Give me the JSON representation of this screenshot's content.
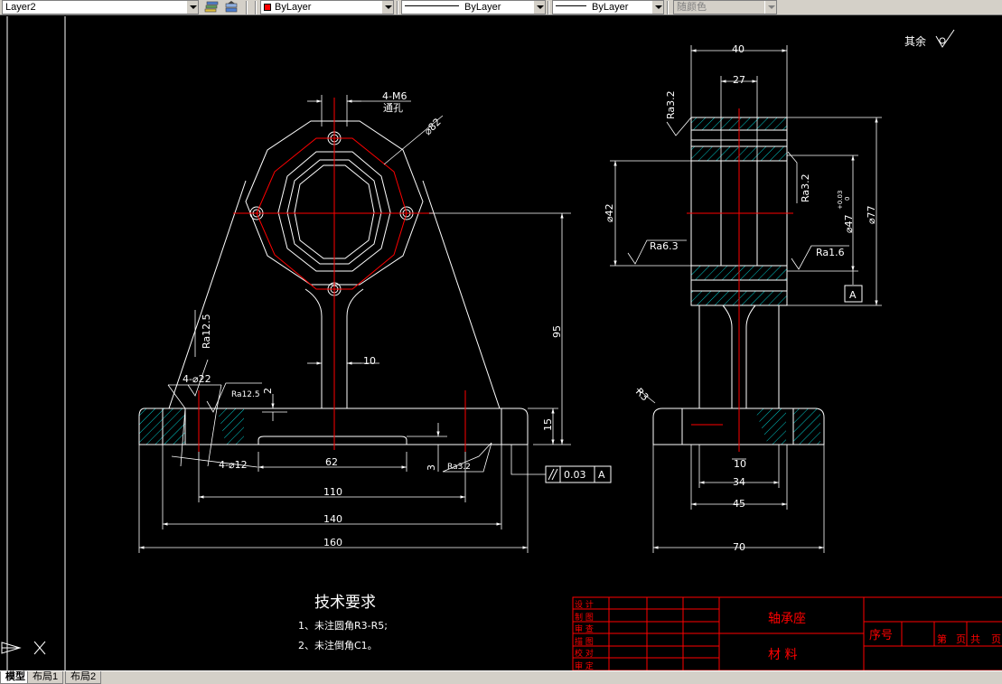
{
  "toolbar": {
    "layer": {
      "value": "Layer2"
    },
    "color": {
      "value": "ByLayer",
      "swatch": "#ff0000"
    },
    "linetype": {
      "value": "ByLayer"
    },
    "lineweight": {
      "value": "ByLayer"
    },
    "plotstyle": {
      "value": "随颜色"
    },
    "icons": [
      "layer-states-icon",
      "layer-previous-icon"
    ]
  },
  "tabs": [
    "模型",
    "布局1",
    "布局2"
  ],
  "colors": {
    "outline": "#ffffff",
    "center": "#ff0000",
    "hatch": "#00c8c8",
    "title": "#ff0000"
  },
  "drawing": {
    "front_view": {
      "thread_note": "4-M6",
      "thread_note_2": "通孔",
      "bolt_circle": "⌀82",
      "ra_left": "Ra12.5",
      "ra_base": "Ra12.5",
      "ra_bottom": "Ra3.2",
      "holes_top": "4-⌀22",
      "holes_bottom": "4-⌀12",
      "dims": [
        "10",
        "95",
        "15",
        "2",
        "3",
        "62",
        "110",
        "140",
        "160"
      ]
    },
    "side_view": {
      "dims": [
        "40",
        "27",
        "⌀42",
        "⌀77",
        "10",
        "34",
        "45",
        "70"
      ],
      "fit": "⌀47",
      "tol_upper": "+0.03",
      "tol_lower": "0",
      "ra_top": "Ra3.2",
      "ra_bore": "Ra3.2",
      "ra_left": "Ra6.3",
      "ra_right": "Ra1.6",
      "datum": "A",
      "fillet": "R3"
    },
    "roughness_others": "其余",
    "tolerance_frame": {
      "value": "0.03",
      "datum": "A"
    }
  },
  "tech_req": {
    "title": "技术要求",
    "items": [
      "1、未注圆角R3-R5;",
      "2、未注倒角C1。"
    ]
  },
  "title_block": {
    "part_name": "轴承座",
    "material_label": "材  料",
    "seq_label": "序号",
    "sheet_labels": [
      "第",
      "页",
      "共",
      "页"
    ],
    "roles": [
      "设 计",
      "制 图",
      "审 查",
      "描 图",
      "校 对",
      "审 定"
    ]
  },
  "ucs": {
    "x_label": "X"
  }
}
